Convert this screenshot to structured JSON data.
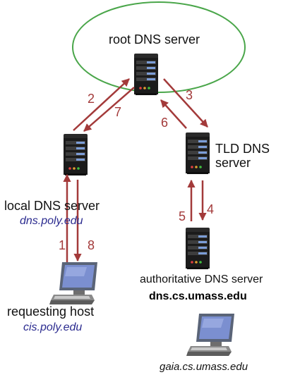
{
  "nodes": {
    "root": {
      "label": "root DNS server"
    },
    "tld": {
      "label_line1": "TLD DNS",
      "label_line2": "server"
    },
    "local": {
      "label": "local DNS server",
      "host": "dns.poly.edu"
    },
    "authoritative": {
      "label": "authoritative DNS server",
      "host": "dns.cs.umass.edu"
    },
    "requesting": {
      "label": "requesting host",
      "host": "cis.poly.edu"
    },
    "gaia": {
      "host": "gaia.cs.umass.edu"
    }
  },
  "steps": [
    "1",
    "2",
    "3",
    "4",
    "5",
    "6",
    "7",
    "8"
  ],
  "colors": {
    "arrow": "#a33a3a",
    "ellipse": "#4aa64a",
    "server_body": "#1e1e1e",
    "host_italic": "#2b2b8f"
  },
  "icons": [
    "server-icon",
    "computer-icon"
  ]
}
